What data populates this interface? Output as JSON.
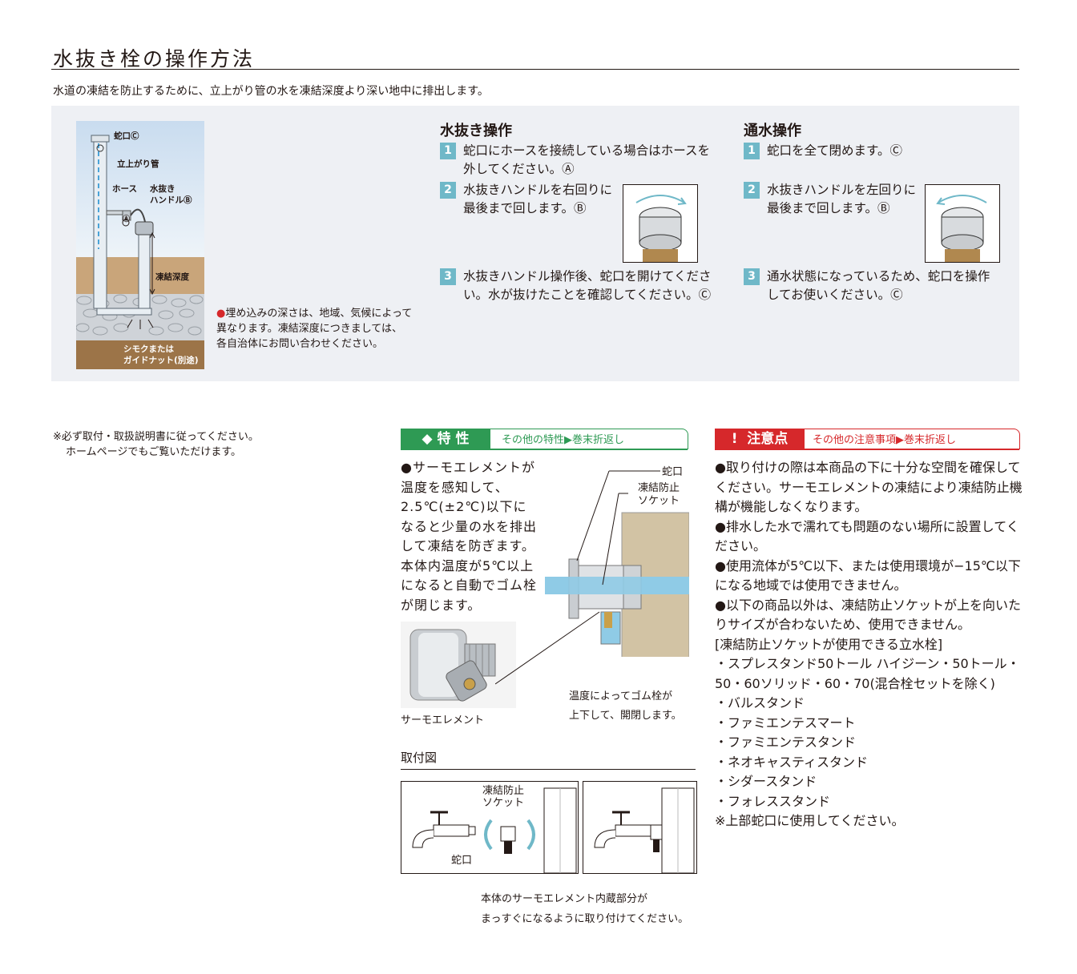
{
  "header": {
    "title": "水抜き栓の操作方法",
    "intro": "水道の凍結を防止するために、立上がり管の水を凍結深度より深い地中に排出します。"
  },
  "diagram": {
    "label_faucet": "蛇口Ⓒ",
    "label_pipe": "立上がり管",
    "label_hose": "ホース",
    "label_hose_mark": "Ⓐ",
    "label_handle_1": "水抜き",
    "label_handle_2": "ハンドルⒷ",
    "label_depth": "凍結深度",
    "label_bottom_1": "シモクまたは",
    "label_bottom_2": "ガイドナット(別途)"
  },
  "depth_note": {
    "bullet": "●",
    "text": "埋め込みの深さは、地域、気候によって異なります。凍結深度につきましては、各自治体にお問い合わせください。"
  },
  "drain": {
    "title": "水抜き操作",
    "steps": [
      {
        "num": "1",
        "text": "蛇口にホースを接続している場合はホースを外してください。Ⓐ"
      },
      {
        "num": "2",
        "text": "水抜きハンドルを右回りに最後まで回します。Ⓑ"
      },
      {
        "num": "3",
        "text": "水抜きハンドル操作後、蛇口を開けてください。水が抜けたことを確認してください。Ⓒ"
      }
    ]
  },
  "supply": {
    "title": "通水操作",
    "steps": [
      {
        "num": "1",
        "text": "蛇口を全て閉めます。Ⓒ"
      },
      {
        "num": "2",
        "text": "水抜きハンドルを左回りに最後まで回します。Ⓑ"
      },
      {
        "num": "3",
        "text": "通水状態になっているため、蛇口を操作してお使いください。Ⓒ"
      }
    ]
  },
  "manual_note": {
    "line1": "※必ず取付・取扱説明書に従ってください。",
    "line2": "ホームページでもご覧いただけます。"
  },
  "features": {
    "tab_icon": "◆",
    "tab_label": "特 性",
    "tab_link": "その他の特性▶巻末折返し",
    "text": "●サーモエレメントが温度を感知して、2.5℃(±2℃)以下になると少量の水を排出して凍結を防ぎます。本体内温度が5℃以上になると自動でゴム栓が閉じます。",
    "photo_caption": "サーモエレメント",
    "label_faucet": "蛇口",
    "label_socket_1": "凍結防止",
    "label_socket_2": "ソケット",
    "caption_1": "温度によってゴム栓が",
    "caption_2": "上下して、開閉します。",
    "install_title": "取付図",
    "install_socket_1": "凍結防止",
    "install_socket_2": "ソケット",
    "install_faucet": "蛇口",
    "install_note_1": "本体のサーモエレメント内蔵部分が",
    "install_note_2": "まっすぐになるように取り付けてください。"
  },
  "cautions": {
    "tab_icon": "!",
    "tab_label": "注意点",
    "tab_link": "その他の注意事項▶巻末折返し",
    "items": [
      "●取り付けの際は本商品の下に十分な空間を確保してください。サーモエレメントの凍結により凍結防止機構が機能しなくなります。",
      "●排水した水で濡れても問題のない場所に設置してください。",
      "●使用流体が5℃以下、または使用環境が−15℃以下になる地域では使用できません。",
      "●以下の商品以外は、凍結防止ソケットが上を向いたりサイズが合わないため、使用できません。"
    ],
    "list_title": "[凍結防止ソケットが使用できる立水栓]",
    "list": [
      "・スプレスタンド50トール ハイジーン・50トール・50・60ソリッド・60・70(混合栓セットを除く)",
      "・バルスタンド",
      "・ファミエンテスマート",
      "・ファミエンテスタンド",
      "・ネオキャスティスタンド",
      "・シダースタンド",
      "・フォレススタンド"
    ],
    "footer": "※上部蛇口に使用してください。"
  },
  "colors": {
    "accent_step": "#6fb8c8",
    "feature_green": "#2e9a54",
    "caution_red": "#d6282b",
    "panel_bg": "#eef0f4",
    "water_blue": "#8fcbe6"
  }
}
